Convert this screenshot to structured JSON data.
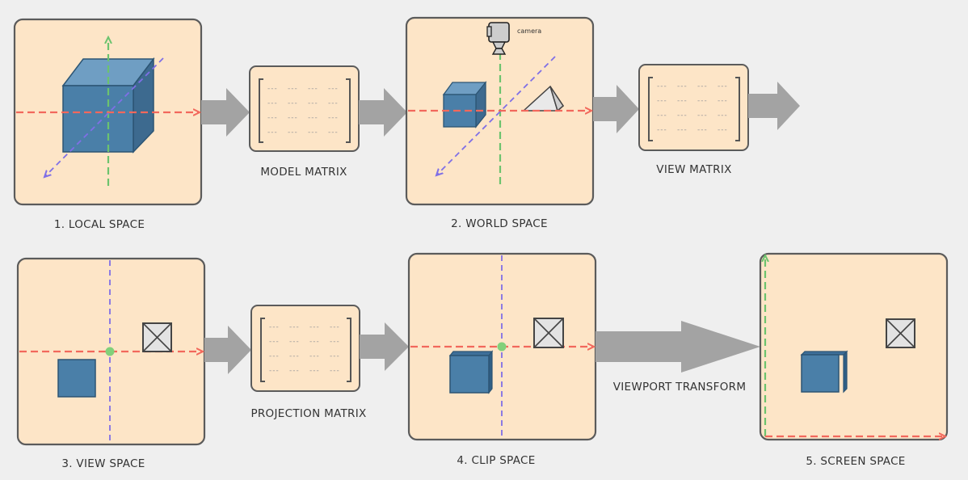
{
  "captions": {
    "local_space": "1. LOCAL SPACE",
    "world_space": "2. WORLD SPACE",
    "view_space": "3. VIEW SPACE",
    "clip_space": "4. CLIP SPACE",
    "screen_space": "5. SCREEN SPACE",
    "model_matrix": "MODEL MATRIX",
    "view_matrix": "VIEW MATRIX",
    "projection_matrix": "PROJECTION MATRIX",
    "viewport_transform": "VIEWPORT TRANSFORM"
  },
  "camera_label": "camera",
  "matrix_cell": "---",
  "colors": {
    "panel_fill": "#fde5c7",
    "panel_stroke": "#5b5b5b",
    "arrow": "#a3a3a3",
    "x_axis": "#f2685c",
    "y_axis": "#6cc36e",
    "z_axis": "#7f6fe6",
    "cube_front": "#4a7fa8",
    "cube_top": "#6f9ec3",
    "cube_side": "#3d6a8f"
  }
}
